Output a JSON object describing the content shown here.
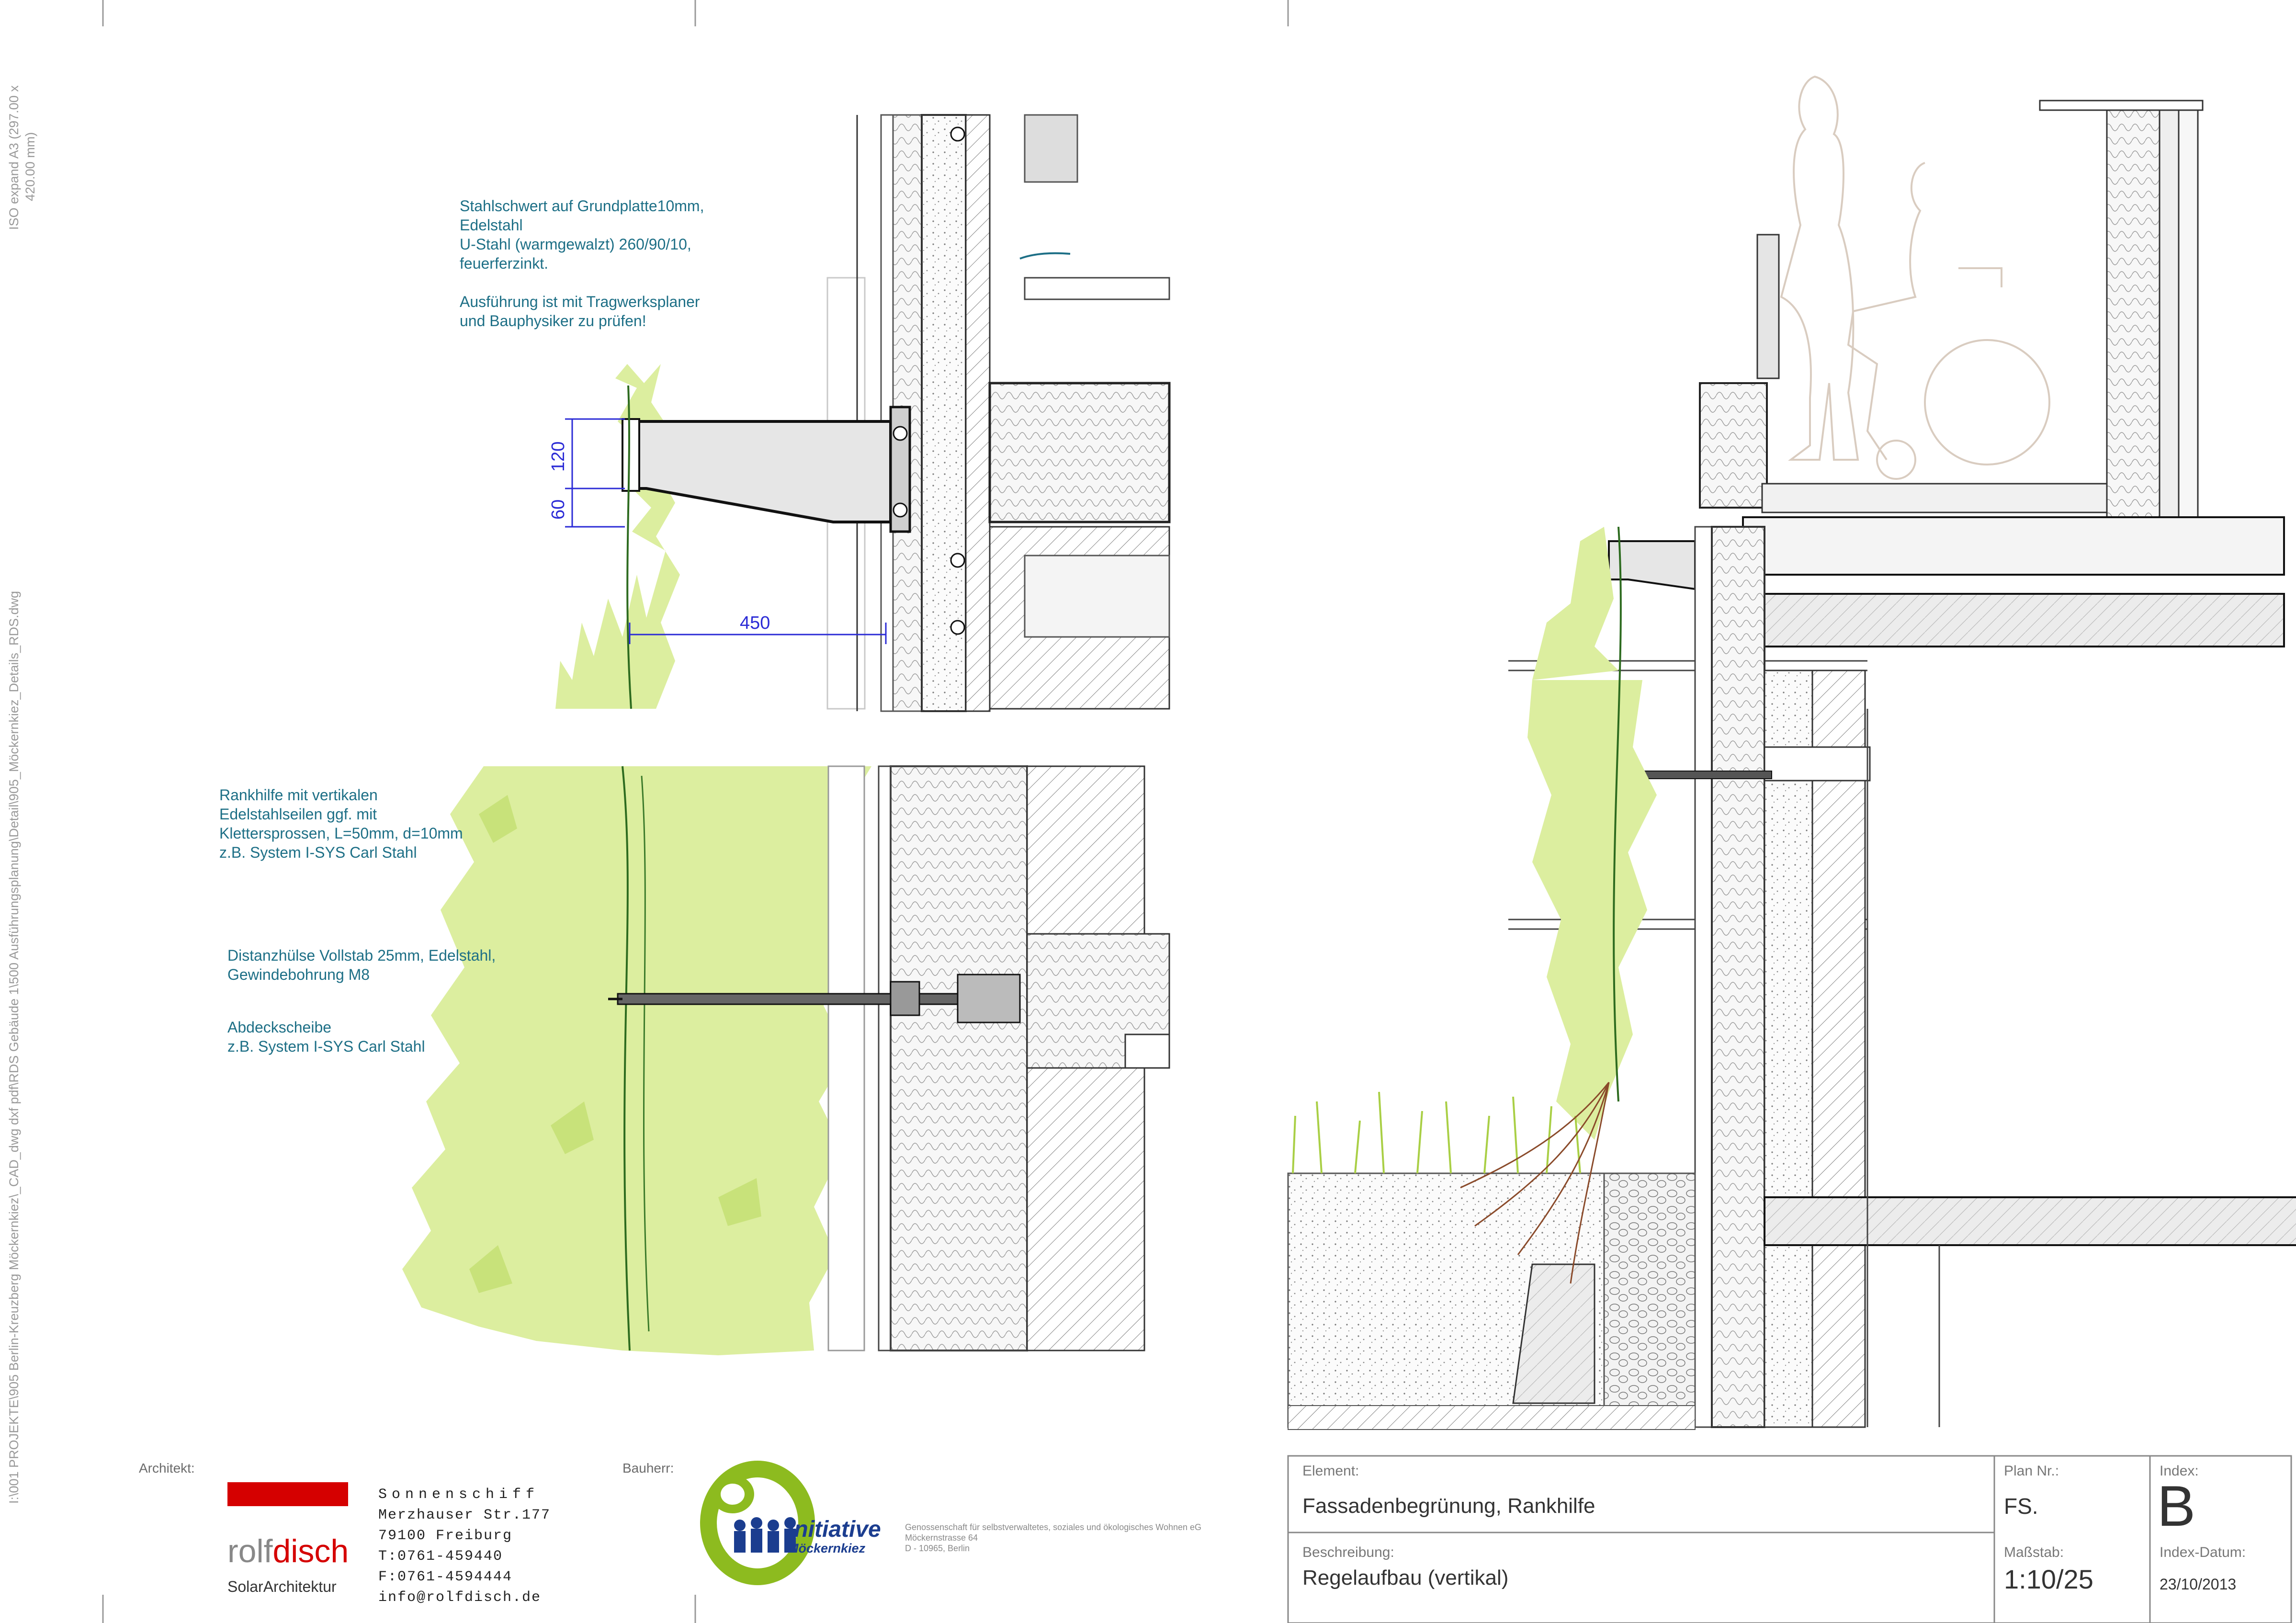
{
  "notes": {
    "stahlschwert": [
      "Stahlschwert auf Grundplatte10mm,",
      "Edelstahl",
      "U-Stahl (warmgewalzt) 260/90/10,",
      "feuerferzinkt.",
      "",
      "Ausführung ist mit Tragwerksplaner",
      "und Bauphysiker zu prüfen!"
    ],
    "rankhilfe": [
      "Rankhilfe mit vertikalen",
      "Edelstahlseilen ggf. mit",
      "Klettersprossen, L=50mm, d=10mm",
      "z.B. System I-SYS Carl Stahl"
    ],
    "distanzhuelse": [
      "Distanzhülse Vollstab 25mm, Edelstahl,",
      "Gewindebohrung M8"
    ],
    "abdeckscheibe": [
      "Abdeckscheibe",
      "z.B. System I-SYS Carl Stahl"
    ]
  },
  "dimensions": {
    "d120": "120",
    "d60": "60",
    "d450": "450"
  },
  "margin": {
    "format": [
      "ISO expand A3 (297.00 x",
      "420.00 mm)"
    ],
    "file_path_1": "I:\\001 PROJEKTE\\905 Berlin-Kreuzberg Möckernkiez\\_CAD_dwg dxf pdf\\RDS Gebäude 1\\500 Ausführungsplanung\\Detail\\905_Möckernkiez_Details_RDS.dwg"
  },
  "architect": {
    "label": "Architekt:",
    "logo_main": "rolf",
    "logo_bold": "disch",
    "logo_sub": "SolarArchitektur",
    "address": [
      "Sonnenschiff",
      "Merzhauser Str.177",
      "79100 Freiburg",
      "T:0761-459440",
      "F:0761-4594444",
      "info@rolfdisch.de"
    ]
  },
  "client": {
    "label": "Bauherr:",
    "logo_line1": "Initiative",
    "logo_line2": "Möckernkiez",
    "text": [
      "Genossenschaft für selbstverwaltetes, soziales und ökologisches Wohnen eG",
      "Möckernstrasse 64",
      "D - 10965, Berlin"
    ]
  },
  "title_block": {
    "element_label": "Element:",
    "element_value": "Fassadenbegrünung, Rankhilfe",
    "beschreibung_label": "Beschreibung:",
    "beschreibung_value": "Regelaufbau (vertikal)",
    "plan_label": "Plan Nr.:",
    "plan_value": "FS.",
    "massstab_label": "Maßstab:",
    "massstab_value": "1:10/25",
    "index_label": "Index:",
    "index_value": "B",
    "index_datum_label": "Index-Datum:",
    "index_datum_value": "23/10/2013"
  },
  "colors": {
    "foliage": "#dcee9f",
    "foliage_dark": "#c8e27a",
    "note_text": "#1d6f86",
    "dimension": "#2b2bd6",
    "red_bar": "#d50000",
    "logo_green": "#8dbb1f",
    "logo_blue": "#1b3d8f"
  }
}
